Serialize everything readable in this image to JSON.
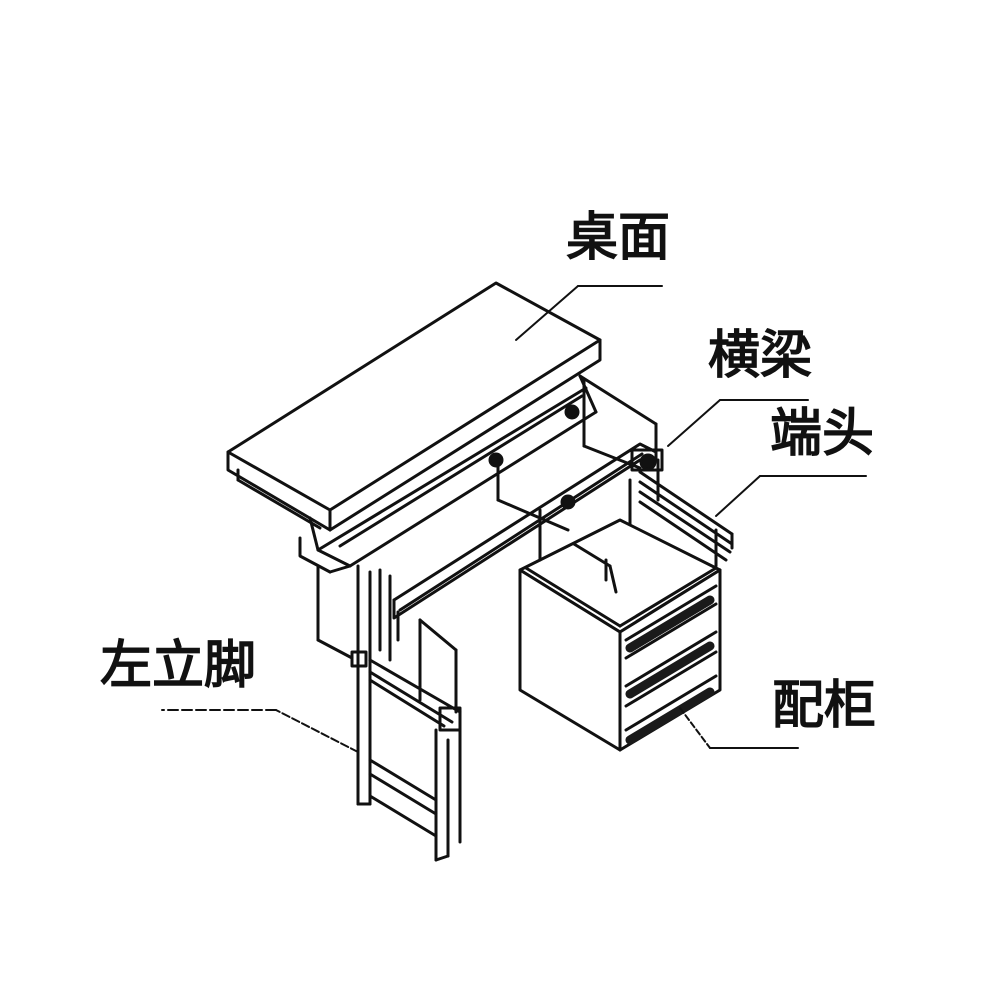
{
  "labels": {
    "desktop": "桌面",
    "crossbeam": "横梁",
    "end_cap": "端头",
    "left_leg": "左立脚",
    "cabinet": "配柜"
  },
  "colors": {
    "line": "#111111",
    "background": "#ffffff",
    "cabinet_band": "#1a1a1a"
  }
}
